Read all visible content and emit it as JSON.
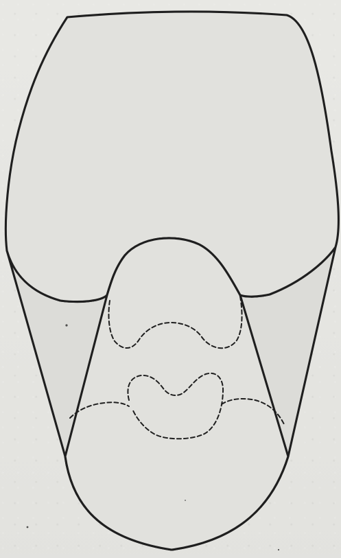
{
  "figure": {
    "background_color": "#e7e7e3",
    "line_color": "#1f1f1f",
    "shape_fill": "#e1e1dd",
    "shaded_fill": "#dcdcd8",
    "shape_names": [
      "upper-rounded-lobe",
      "lower-tapered-lobe",
      "center-raised-process",
      "upper-dashed-lobe-outline",
      "lower-dashed-lobe-outline",
      "left-dashed-curve",
      "right-dashed-curve"
    ]
  }
}
